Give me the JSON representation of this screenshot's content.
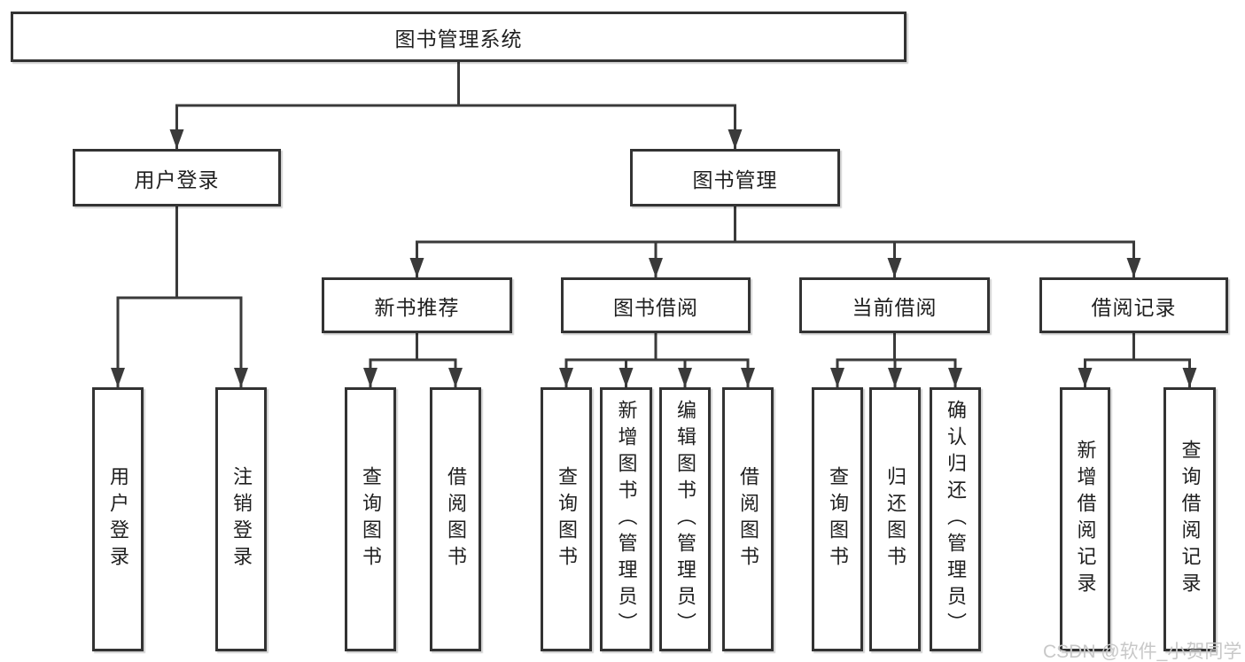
{
  "nodes": {
    "root": {
      "label": "图书管理系统"
    },
    "user_login_group": {
      "label": "用户登录"
    },
    "book_management": {
      "label": "图书管理"
    },
    "new_book_recommend": {
      "label": "新书推荐"
    },
    "book_borrowing": {
      "label": "图书借阅"
    },
    "current_borrowing": {
      "label": "当前借阅"
    },
    "borrowing_records": {
      "label": "借阅记录"
    },
    "leaf_user_login": {
      "label": "用户登录"
    },
    "leaf_logout": {
      "label": "注销登录"
    },
    "leaf_query_book_recommend": {
      "label": "查询图书"
    },
    "leaf_borrow_book_recommend": {
      "label": "借阅图书"
    },
    "leaf_query_book_borrowing": {
      "label": "查询图书"
    },
    "leaf_add_book": {
      "label": "新增图书（管理员）"
    },
    "leaf_edit_book": {
      "label": "编辑图书（管理员）"
    },
    "leaf_borrow_book_borrowing": {
      "label": "借阅图书"
    },
    "leaf_query_book_current": {
      "label": "查询图书"
    },
    "leaf_return_book": {
      "label": "归还图书"
    },
    "leaf_confirm_return": {
      "label": "确认归还（管理员）"
    },
    "leaf_add_borrow_record": {
      "label": "新增借阅记录"
    },
    "leaf_query_borrow_record": {
      "label": "查询借阅记录"
    }
  },
  "watermark": {
    "text": "CSDN @软件_小贺同学",
    "color": "#c8c8c8"
  },
  "colors": {
    "line": "#3a3a3a",
    "border": "#333333",
    "text": "#1f1f1f",
    "background": "#ffffff"
  }
}
